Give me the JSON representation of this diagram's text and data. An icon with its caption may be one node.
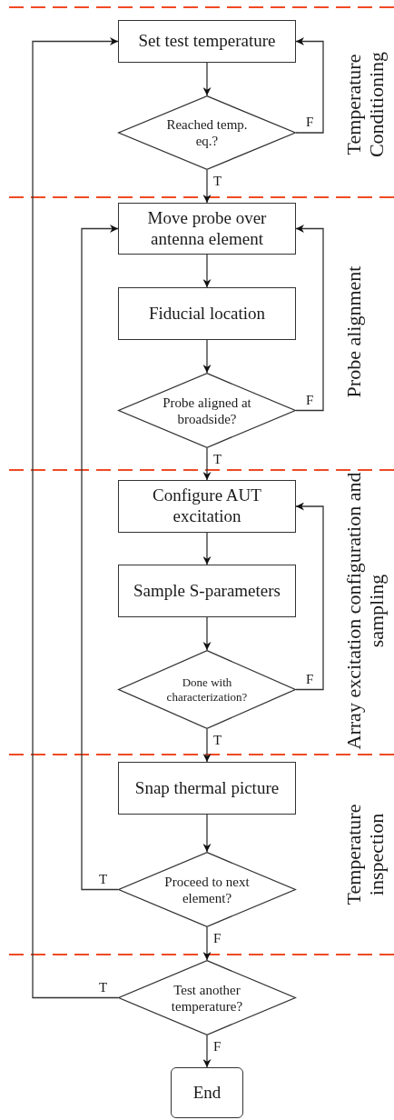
{
  "diagram": {
    "nodes": [
      {
        "text": [
          "Set test temperature"
        ]
      },
      {
        "text": [
          "Reached temp. eq.?"
        ]
      },
      {
        "text": [
          "Move probe over antenna element"
        ]
      },
      {
        "text": [
          "Fiducial location"
        ]
      },
      {
        "text": [
          "Probe aligned at broadside?"
        ]
      },
      {
        "text": [
          "Configure AUT excitation"
        ]
      },
      {
        "text": [
          "Sample S-parameters"
        ]
      },
      {
        "text": [
          "Done with characterization?"
        ]
      },
      {
        "text": [
          "Snap thermal picture"
        ]
      },
      {
        "text": [
          "Proceed to next element?"
        ]
      },
      {
        "text": [
          "Test another temperature?"
        ]
      },
      {
        "text": [
          "End"
        ]
      }
    ],
    "edges": [
      {
        "from": 0,
        "to": 1,
        "arrow": "to"
      },
      {
        "from": 1,
        "to": 0,
        "arrow": "to",
        "label": "F"
      },
      {
        "from": 1,
        "to": 2,
        "arrow": "to",
        "label": "T"
      },
      {
        "from": 2,
        "to": 3,
        "arrow": "to"
      },
      {
        "from": 3,
        "to": 4,
        "arrow": "to"
      },
      {
        "from": 4,
        "to": 2,
        "arrow": "to",
        "label": "F"
      },
      {
        "from": 4,
        "to": 5,
        "arrow": "to",
        "label": "T"
      },
      {
        "from": 5,
        "to": 6,
        "arrow": "to"
      },
      {
        "from": 6,
        "to": 7,
        "arrow": "to"
      },
      {
        "from": 7,
        "to": 5,
        "arrow": "to",
        "label": "F"
      },
      {
        "from": 7,
        "to": 8,
        "arrow": "to",
        "label": "T"
      },
      {
        "from": 8,
        "to": 9,
        "arrow": "to"
      },
      {
        "from": 9,
        "to": 2,
        "arrow": "to",
        "label": "T"
      },
      {
        "from": 9,
        "to": 10,
        "arrow": "to",
        "label": "F"
      },
      {
        "from": 10,
        "to": 0,
        "arrow": "to",
        "label": "T"
      },
      {
        "from": 10,
        "to": 11,
        "arrow": "to",
        "label": "F"
      }
    ],
    "labels": [
      "Temperature Conditioning",
      "Probe alignment",
      "Array excitation configuration and sampling",
      "Temperature inspection"
    ]
  }
}
